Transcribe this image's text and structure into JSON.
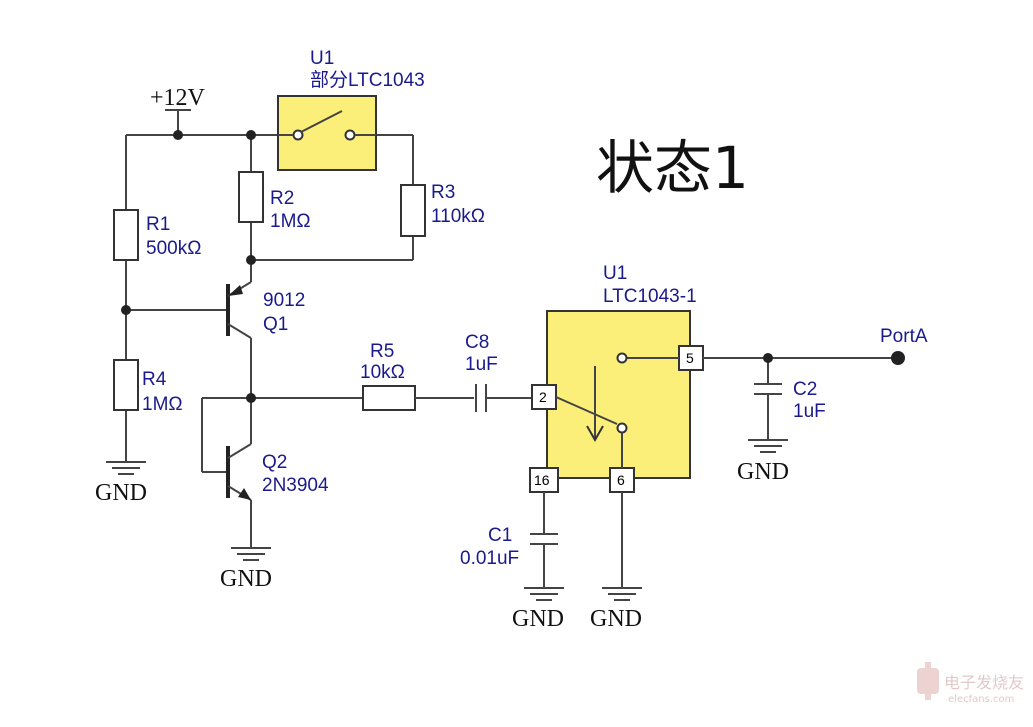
{
  "diagram": {
    "title": "状态1",
    "supply": "+12V",
    "ground_label": "GND",
    "components": {
      "u1_switch": {
        "ref": "U1",
        "part": "部分LTC1043"
      },
      "u1_chip": {
        "ref": "U1",
        "part": "LTC1043-1",
        "pins": [
          "2",
          "5",
          "6",
          "16"
        ]
      },
      "r1": {
        "ref": "R1",
        "value": "500kΩ"
      },
      "r2": {
        "ref": "R2",
        "value": "1MΩ"
      },
      "r3": {
        "ref": "R3",
        "value": "110kΩ"
      },
      "r4": {
        "ref": "R4",
        "value": "1MΩ"
      },
      "r5": {
        "ref": "R5",
        "value": "10kΩ"
      },
      "c1": {
        "ref": "C1",
        "value": "0.01uF"
      },
      "c2": {
        "ref": "C2",
        "value": "1uF"
      },
      "c8": {
        "ref": "C8",
        "value": "1uF"
      },
      "q1": {
        "ref": "Q1",
        "part": "9012"
      },
      "q2": {
        "ref": "Q2",
        "part": "2N3904"
      }
    },
    "port": "PortA",
    "watermark": {
      "main": "电子发烧友",
      "sub": "elecfans.com"
    }
  }
}
